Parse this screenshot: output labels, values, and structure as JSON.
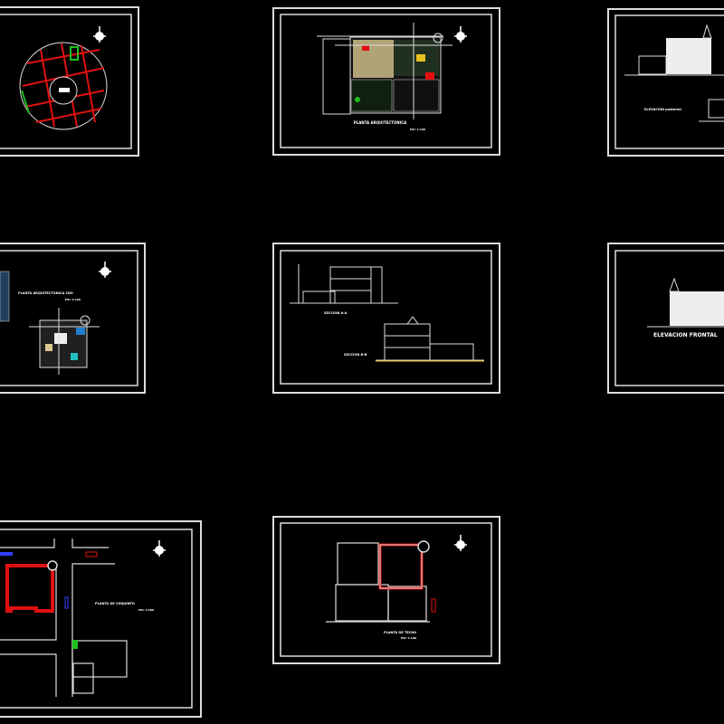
{
  "colors": {
    "background": "#000000",
    "frame": "#ffffff",
    "wall_red": "#e01010",
    "magenta": "#ff2080",
    "green": "#20c020",
    "blue": "#3040ff",
    "yellow": "#e8d890"
  },
  "sheets": [
    {
      "label": "",
      "scale": ""
    },
    {
      "label": "PLANTA ARQUITECTONICA",
      "scale": "ESC 1:100"
    },
    {
      "label": "ELEVACION posterior",
      "scale": ""
    },
    {
      "label": "PLANTA ARQUITECTONICA 2DO",
      "scale": "ESC 1:100"
    },
    {
      "label": "SECCION A-A",
      "label2": "SECCION B-B"
    },
    {
      "label": "ELEVACION FRONTAL"
    },
    {
      "label": "PLANTA DE CONJUNTO",
      "scale": "ESC 1:200"
    },
    {
      "label": "PLANTA DE TECHO",
      "scale": "ESC 1:100"
    }
  ]
}
